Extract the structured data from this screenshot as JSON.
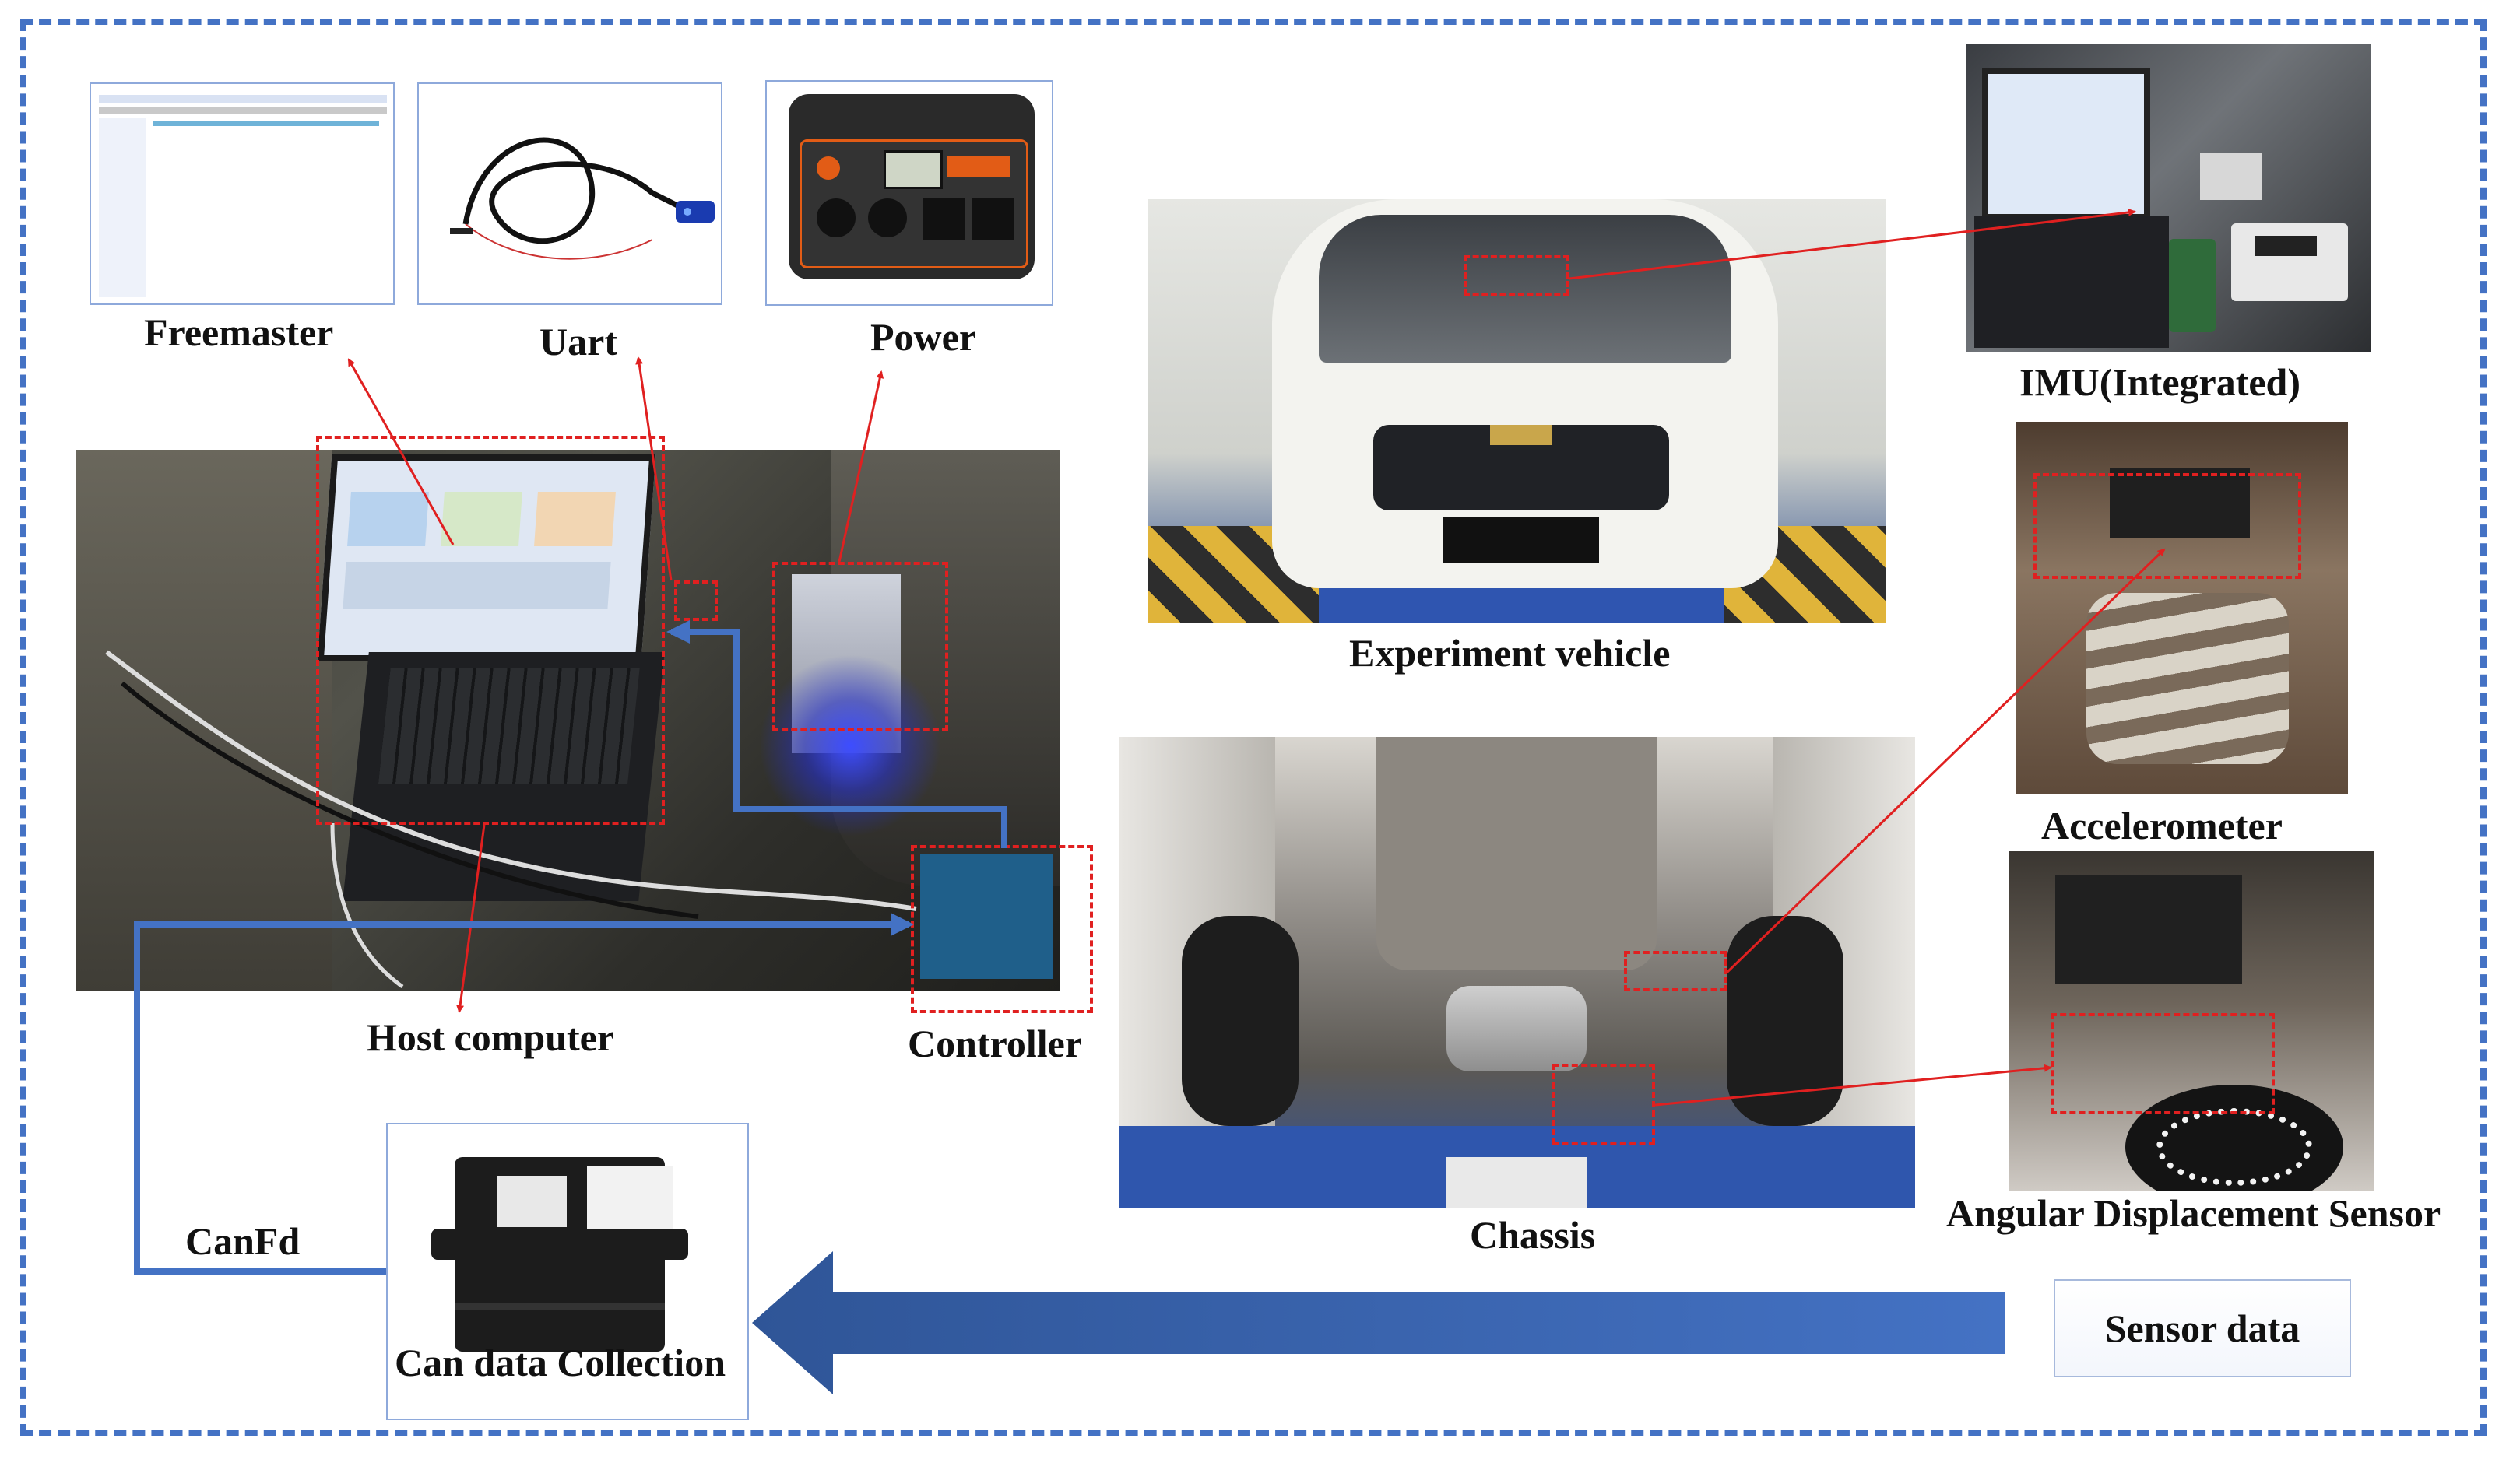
{
  "labels": {
    "freemaster": "Freemaster",
    "uart": "Uart",
    "power": "Power",
    "host_computer": "Host computer",
    "controller": "Controller",
    "canfd": "CanFd",
    "can_collection": "Can data Collection",
    "experiment_vehicle": "Experiment vehicle",
    "chassis": "Chassis",
    "imu": "IMU(Integrated)",
    "accelerometer": "Accelerometer",
    "angular_sensor": "Angular Displacement Sensor",
    "sensor_data": "Sensor data"
  },
  "colors": {
    "frame": "#4472c4",
    "annotation_red": "#e02020",
    "flow_blue": "#4472c4"
  }
}
